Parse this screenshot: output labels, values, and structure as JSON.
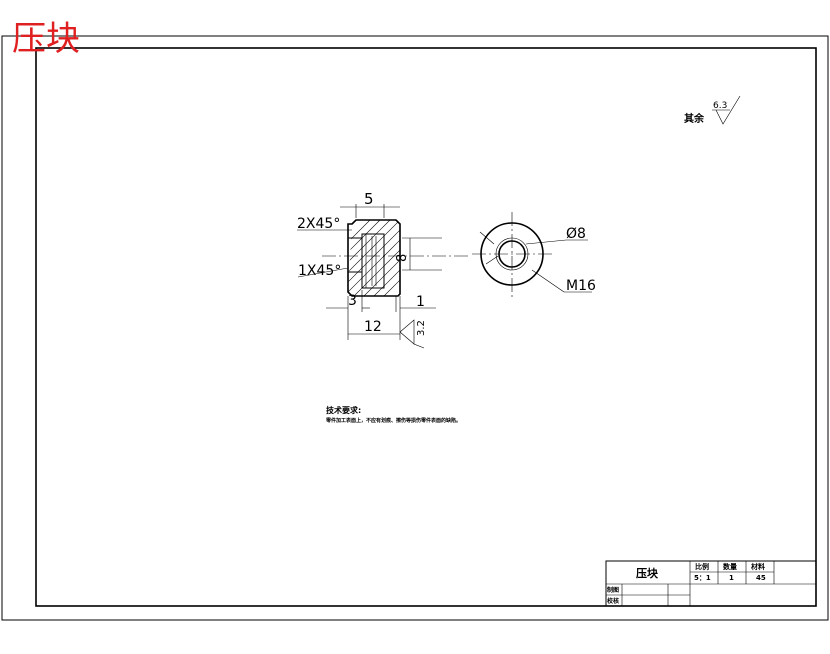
{
  "sheet": {
    "corner_title": "压块",
    "title_color": "#e02020"
  },
  "surface": {
    "other_label": "其余",
    "roughness_general": "6.3",
    "roughness_face": "3.2"
  },
  "dimensions": {
    "width_top": "5",
    "chamfer_top": "2X45°",
    "chamfer_bottom": "1X45°",
    "bore": "8",
    "depth_left": "3",
    "depth_right": "1",
    "length_total": "12",
    "diameter_small": "Ø8",
    "thread": "M16"
  },
  "notes": {
    "heading": "技术要求:",
    "line1": "零件加工表面上，不应有划痕、擦伤等损伤零件表面的缺陷。"
  },
  "title_block": {
    "part_name": "压块",
    "scale_label": "比例",
    "qty_label": "数量",
    "material_label": "材料",
    "scale_value": "5：1",
    "qty_value": "1",
    "material_value": "45",
    "drawn_label": "制图",
    "checked_label": "校核"
  }
}
